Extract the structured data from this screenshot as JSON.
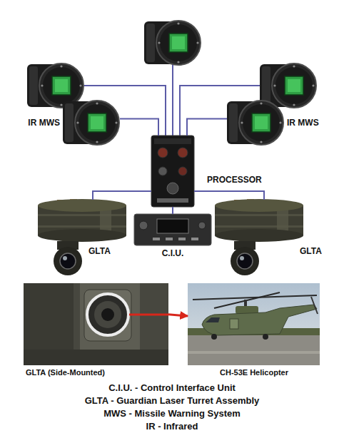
{
  "diagram": {
    "nodes": [
      {
        "text": [
          "IR MWS"
        ]
      },
      {
        "text": [
          "IR MWS"
        ]
      },
      {
        "text": [
          "PROCESSOR"
        ]
      },
      {
        "text": [
          "GLTA"
        ]
      },
      {
        "text": [
          "C.I.U."
        ]
      },
      {
        "text": [
          "GLTA"
        ]
      },
      {
        "text": [
          "GLTA (Side-Mounted)"
        ]
      },
      {
        "text": [
          "CH-53E Helicopter"
        ]
      }
    ],
    "edges": [
      {
        "from": 0,
        "to": 2,
        "arrow": "none"
      },
      {
        "from": 1,
        "to": 2,
        "arrow": "none"
      },
      {
        "from": 2,
        "to": 3,
        "arrow": "none"
      },
      {
        "from": 2,
        "to": 4,
        "arrow": "none"
      },
      {
        "from": 2,
        "to": 5,
        "arrow": "none"
      },
      {
        "from": 6,
        "to": 7,
        "arrow": "to"
      }
    ],
    "labels": [
      "C.I.U. - Control Interface Unit",
      "GLTA - Guardian Laser Turret Assembly",
      "MWS - Missile Warning System",
      "IR - Infrared"
    ]
  }
}
